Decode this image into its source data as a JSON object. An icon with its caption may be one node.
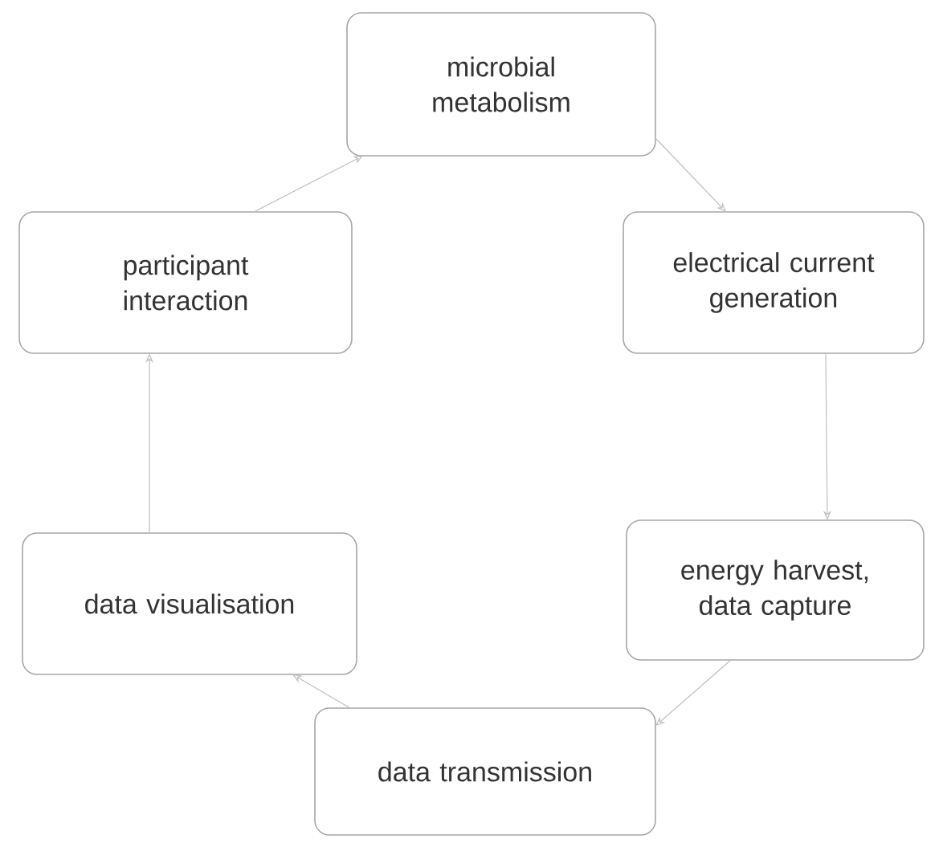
{
  "diagram": {
    "nodes": [
      {
        "text": [
          "microbial metabolism"
        ]
      },
      {
        "text": [
          "electrical current generation"
        ]
      },
      {
        "text": [
          "energy harvest, data capture"
        ]
      },
      {
        "text": [
          "data transmission"
        ]
      },
      {
        "text": [
          "data visualisation"
        ]
      },
      {
        "text": [
          "participant interaction"
        ]
      }
    ],
    "edges": [
      {
        "from": 0,
        "to": 1,
        "arrow": "to"
      },
      {
        "from": 1,
        "to": 2,
        "arrow": "to"
      },
      {
        "from": 2,
        "to": 3,
        "arrow": "to"
      },
      {
        "from": 3,
        "to": 4,
        "arrow": "to"
      },
      {
        "from": 4,
        "to": 5,
        "arrow": "to"
      },
      {
        "from": 5,
        "to": 0,
        "arrow": "to"
      }
    ]
  }
}
